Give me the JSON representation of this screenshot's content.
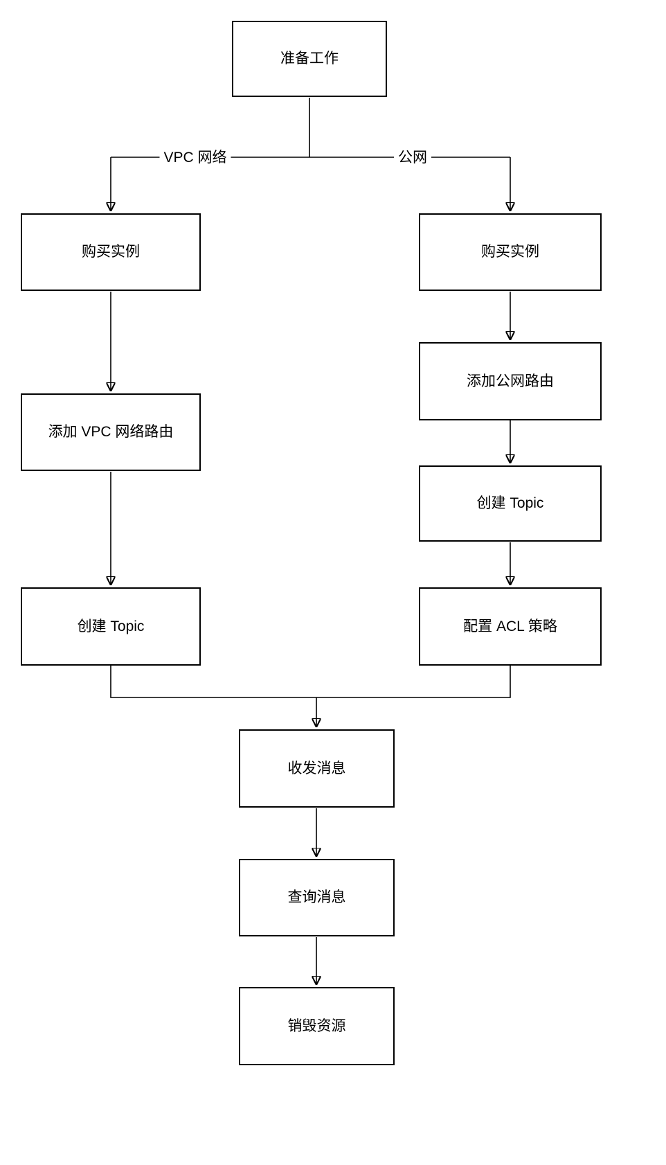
{
  "diagram": {
    "type": "flowchart",
    "nodes": {
      "prepare": {
        "label": "准备工作"
      },
      "vpc_buy": {
        "label": "购买实例"
      },
      "vpc_route": {
        "label": "添加 VPC 网络路由"
      },
      "vpc_topic": {
        "label": "创建 Topic"
      },
      "pub_buy": {
        "label": "购买实例"
      },
      "pub_route": {
        "label": "添加公网路由"
      },
      "pub_topic": {
        "label": "创建 Topic"
      },
      "pub_acl": {
        "label": "配置 ACL 策略"
      },
      "send_receive": {
        "label": "收发消息"
      },
      "query_msg": {
        "label": "查询消息"
      },
      "destroy": {
        "label": "销毁资源"
      }
    },
    "edge_labels": {
      "vpc_branch": "VPC 网络",
      "public_branch": "公网"
    },
    "colors": {
      "line": "#000000",
      "box_border": "#000000",
      "box_fill": "#ffffff",
      "text": "#000000",
      "background": "#ffffff"
    }
  }
}
